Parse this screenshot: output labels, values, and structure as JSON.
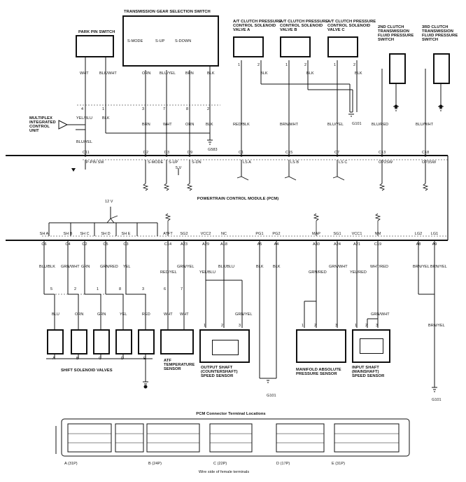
{
  "switches": {
    "park_pin": "PARK PIN SWITCH",
    "gear_sel": "TRANSMISSION GEAR SELECTION SWITCH",
    "smode": "S-MODE",
    "sup": "S-UP",
    "sdown": "S-DOWN",
    "sol_a": "A/T CLUTCH PRESSURE\nCONTROL SOLENOID\nVALVE A",
    "sol_b": "A/T CLUTCH PRESSURE\nCONTROL SOLENOID\nVALVE B",
    "sol_c": "A/T CLUTCH PRESSURE\nCONTROL SOLENOID\nVALVE C",
    "clutch2": "2ND CLUTCH\nTRANSMISSION\nFLUID PRESSURE\nSWITCH",
    "clutch3": "3RD CLUTCH\nTRANSMISSION\nFLUID PRESSURE\nSWITCH"
  },
  "upper_colors": [
    "WHT",
    "BLK/WHT",
    "ORN",
    "BLU/YEL",
    "BRN",
    "BLK",
    "BLK",
    "BLK",
    "BLK"
  ],
  "upper_pins": [
    "4",
    "1",
    "3",
    "7",
    "8",
    "2",
    "1",
    "2",
    "1",
    "2",
    "1",
    "2"
  ],
  "mid": {
    "yelblu": "YEL/BLU",
    "blk": "BLK",
    "brn": "BRN",
    "wht": "WHT",
    "orn": "ORN",
    "blk2": "BLK",
    "bluyel": "BLU/YEL",
    "redblk": "RED/BLK",
    "brnwht": "BRN/WHT",
    "bluyel2": "BLU/YEL",
    "blured": "BLU/RED",
    "bluwht": "BLU/WHT",
    "g101a": "G101",
    "g583": "G583",
    "micu": "MULTIPLEX\nINTEGRATED\nCONTROL\nUNIT"
  },
  "pcm_top_pins": [
    "C11",
    "D2",
    "D3",
    "D9",
    "C1",
    "C15",
    "C7",
    "C13",
    "C18"
  ],
  "pcm_top_labels": [
    "P-PIN SW",
    "S-MODE",
    "S-UP",
    "S-DN",
    "LS A",
    "LS B",
    "LS C",
    "OP2SW",
    "OP3SW"
  ],
  "v5": "5 V",
  "pcm_title": "POWERTRAIN CONTROL MODULE (PCM)",
  "v12": "12 V",
  "pcm_bot_labels": [
    "SH A",
    "SH B",
    "SH C",
    "SH D",
    "SH E",
    "ATFT",
    "SG2",
    "VCC2",
    "NC",
    "PG1",
    "PG2",
    "MAP",
    "SG1",
    "VCC1",
    "NM",
    "LG2",
    "LG1"
  ],
  "pcm_bot_pins": [
    "C6",
    "C4",
    "C2",
    "C5",
    "C3",
    "C14",
    "A23",
    "A29",
    "A18",
    "A5",
    "A4",
    "A30",
    "A24",
    "A21",
    "C19",
    "A8",
    "A9"
  ],
  "lower_colors": [
    "BLU/BLK",
    "GRN/WHT",
    "GRN",
    "GRN/RED",
    "YEL",
    "RED/YEL",
    "GRN/YEL",
    "YEL/BLU",
    "BLK/BLU",
    "BLK",
    "BLK",
    "GRN/RED",
    "GRN/WHT",
    "YEL/RED",
    "WHT/RED",
    "BRN/YEL",
    "BRN/YEL"
  ],
  "lower_pins": [
    "5",
    "2",
    "1",
    "8",
    "3",
    "6",
    "7"
  ],
  "lower_colors2": [
    "BLU",
    "ORN",
    "GRN",
    "YEL",
    "RED",
    "WHT",
    "WHT",
    "GRN/YEL",
    "GRN/WHT",
    "BRN/YEL"
  ],
  "sensor_pins": [
    "1",
    "2",
    "3",
    "1",
    "2",
    "3",
    "1",
    "2",
    "3"
  ],
  "valves": [
    "A",
    "B",
    "C",
    "D",
    "E"
  ],
  "sensors": {
    "shift": "SHIFT SOLENOID VALVES",
    "atf": "ATF\nTEMPERATURE\nSENSOR",
    "output": "OUTPUT SHAFT\n(COUNTERSHAFT)\nSPEED SENSOR",
    "map": "MANIFOLD ABSOLUTE\nPRESSURE SENSOR",
    "input": "INPUT SHAFT\n(MAINSHAFT)\nSPEED SENSOR",
    "g101b": "G101",
    "g101c": "G101"
  },
  "connectors": {
    "title": "PCM Connector Terminal Locations",
    "A": "A (31P)",
    "B": "B (24P)",
    "C": "C (22P)",
    "D": "D (17P)",
    "E": "E (31P)",
    "footer": "Wire side of female terminals"
  }
}
